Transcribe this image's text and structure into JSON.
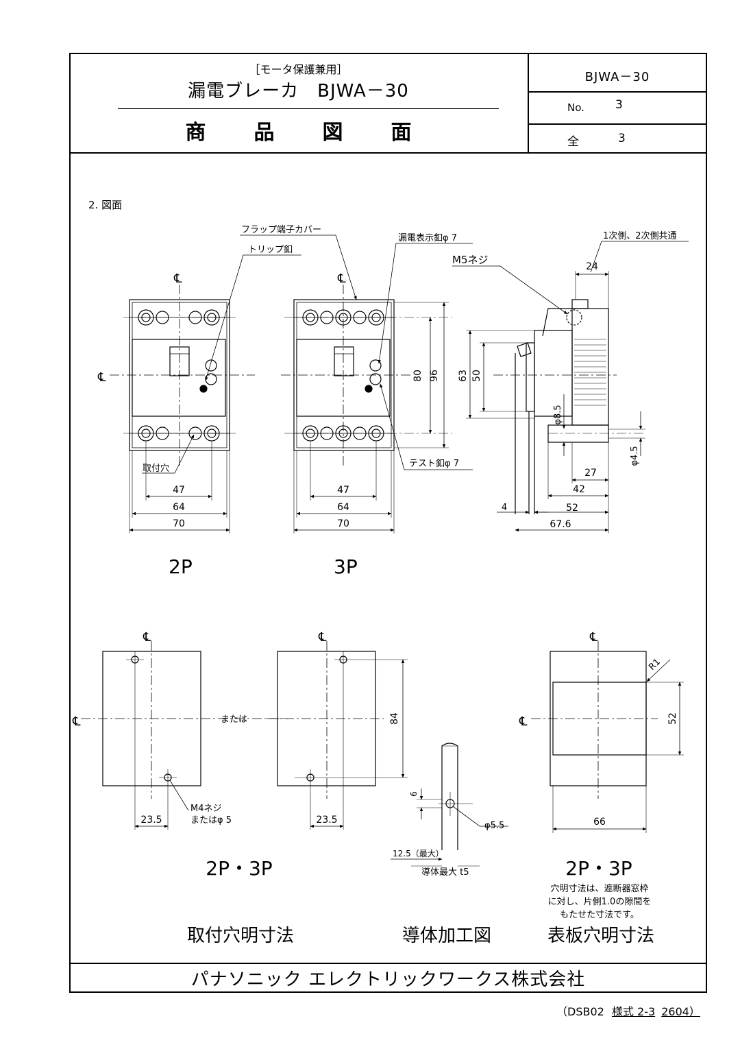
{
  "header": {
    "subtitle": "［モータ保護兼用］",
    "title": "漏電ブレーカ　BJWA－30",
    "drawing_type": "商品図面",
    "model": "BJWA－30",
    "no_label": "No.",
    "no_value": "3",
    "total_label": "全",
    "total_value": "3"
  },
  "section": {
    "heading": "2. 図面"
  },
  "labels": {
    "flap_cover": "フラップ端子カバー",
    "trip_button": "トリップ釦",
    "leak_indicator": "漏電表示釦φ 7",
    "common_note": "1次側、2次側共通",
    "m5_screw": "M5ネジ",
    "mount_hole": "取付穴",
    "test_button": "テスト釦φ 7",
    "center_mark": "℄",
    "or_text": "または",
    "m4_screw": "M4ネジ",
    "or_phi5": "またはφ 5",
    "cond_max": "導体最大 t5",
    "note_line1": "穴明寸法は、遮断器窓枠",
    "note_line2": "に対し、片側1.0の隙間を",
    "note_line3": "もたせた寸法です。",
    "r1": "R1"
  },
  "dims": {
    "d47": "47",
    "d64": "64",
    "d70": "70",
    "d80": "80",
    "d96": "96",
    "d63": "63",
    "d50": "50",
    "d24": "24",
    "d8_5": "φ8.5",
    "d4_5": "φ4.5",
    "d27": "27",
    "d42": "42",
    "d4": "4",
    "d52": "52",
    "d67_6": "67.6",
    "d23_5": "23.5",
    "d84": "84",
    "d6": "6",
    "d5_5": "φ5.5",
    "d12_5": "12.5（最大）",
    "d66": "66",
    "d52b": "52"
  },
  "view_labels": {
    "p2": "2P",
    "p3": "3P",
    "p23a": "2P・3P",
    "p23b": "2P・3P",
    "mount_dims": "取付穴明寸法",
    "conductor": "導体加工図",
    "panel_dims": "表板穴明寸法"
  },
  "footer": {
    "company": "パナソニック エレクトリックワークス株式会社",
    "form_code": "（DSB02",
    "form_std": "様式 2-3",
    "form_rev": "2604）"
  }
}
